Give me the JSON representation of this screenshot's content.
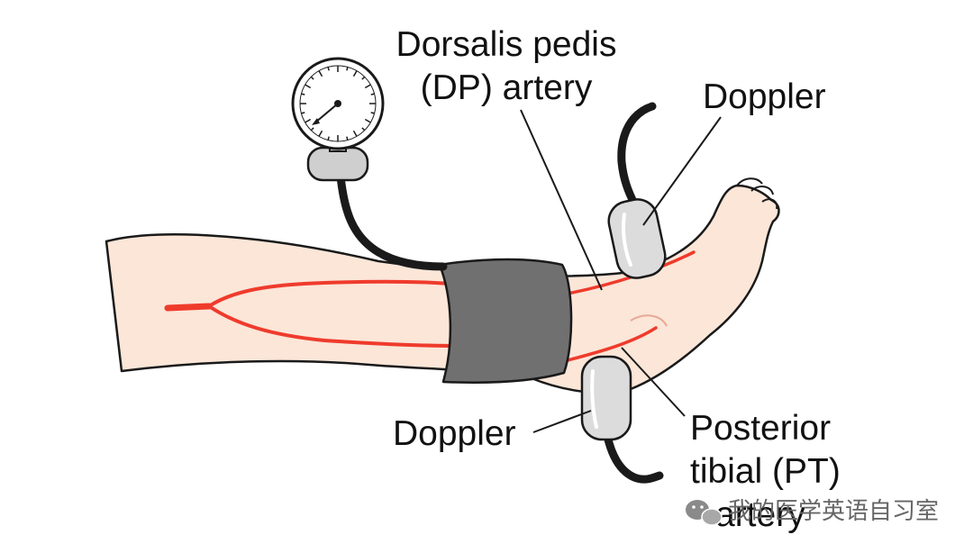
{
  "labels": {
    "dp_line1": "Dorsalis pedis",
    "dp_line2": "(DP) artery",
    "doppler_top": "Doppler",
    "doppler_bottom": "Doppler",
    "pt_line1": "Posterior",
    "pt_line2": "tibial (PT)",
    "pt_line3": "artery"
  },
  "watermark": {
    "text": "我的医学英语自习室"
  },
  "colors": {
    "skin": "#fbe6d8",
    "outline": "#1a1a1a",
    "artery": "#ef3b2c",
    "cuff": "#707070",
    "doppler_probe": "#dcdcdc",
    "cable": "#1a1a1a"
  }
}
